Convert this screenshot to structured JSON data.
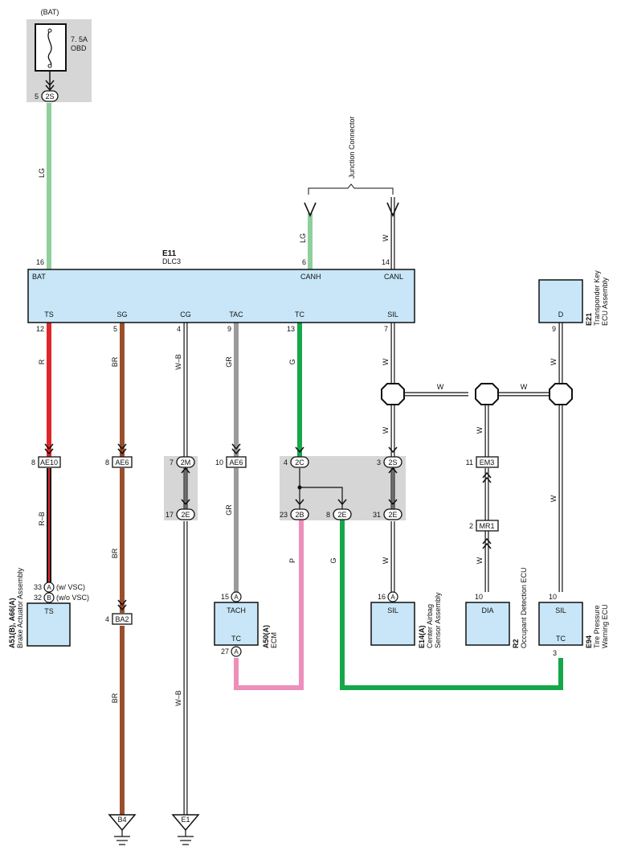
{
  "colors": {
    "LG": "#8fcf9c",
    "R": "#e0262a",
    "BR": "#9a4e2b",
    "GR": "#9a9a9a",
    "G": "#15a74a",
    "P": "#ec8fb9",
    "box_fill": "#c8e6f7",
    "splice_fill": "#d6d6d6"
  },
  "battery": {
    "label": "(BAT)",
    "fuse_amp": "7. 5A",
    "fuse_name": "OBD",
    "pin": "5",
    "connector": "2S"
  },
  "junction_label": "Junction Connector",
  "dlc3": {
    "id": "E11",
    "name": "DLC3",
    "top_terminals": [
      {
        "pin": "16",
        "name": "BAT"
      },
      {
        "pin": "6",
        "name": "CANH"
      },
      {
        "pin": "14",
        "name": "CANL"
      }
    ],
    "bottom_terminals": [
      {
        "pin": "12",
        "name": "TS"
      },
      {
        "pin": "5",
        "name": "SG"
      },
      {
        "pin": "4",
        "name": "CG"
      },
      {
        "pin": "9",
        "name": "TAC"
      },
      {
        "pin": "13",
        "name": "TC"
      },
      {
        "pin": "7",
        "name": "SIL"
      }
    ]
  },
  "wire_colors": {
    "bat": "LG",
    "canh": "LG",
    "canl": "W",
    "ts_upper": "R",
    "ts_lower": "R–B",
    "sg_upper": "BR",
    "sg_mid": "BR",
    "sg_lower": "BR",
    "cg_upper": "W–B",
    "cg_lower": "W–B",
    "tac_upper": "GR",
    "tac_lower": "GR",
    "tc_upper": "G",
    "tc_p": "P",
    "tc_g": "G",
    "sil_upper": "W",
    "sil_lower1": "W",
    "sil_lower2": "W",
    "bus_left": "W",
    "bus_right": "W",
    "em3": "W",
    "mr1": "W",
    "tpw": "W",
    "transponder": "W"
  },
  "connectors": {
    "ae10": {
      "pin": "8",
      "name": "AE10"
    },
    "ae6_sg": {
      "pin": "8",
      "name": "AE6"
    },
    "c2m": {
      "pin": "7",
      "name": "2M"
    },
    "c2e_cg": {
      "pin": "17",
      "name": "2E"
    },
    "ae6_tac": {
      "pin": "10",
      "name": "AE6"
    },
    "c2c": {
      "pin": "4",
      "name": "2C"
    },
    "c2b": {
      "pin": "23",
      "name": "2B"
    },
    "c2e_g": {
      "pin": "8",
      "name": "2E"
    },
    "c2s": {
      "pin": "3",
      "name": "2S"
    },
    "c2e_sil": {
      "pin": "31",
      "name": "2E"
    },
    "em3": {
      "pin": "11",
      "name": "EM3"
    },
    "mr1": {
      "pin": "2",
      "name": "MR1"
    },
    "ba2": {
      "pin": "4",
      "name": "BA2"
    }
  },
  "brake_actuator": {
    "id": "A51(B), A66(A)",
    "name": "Brake Actuator Assembly",
    "terminal": "TS",
    "pins": [
      {
        "pin": "33",
        "letter": "A",
        "note": "(w/ VSC)"
      },
      {
        "pin": "32",
        "letter": "B",
        "note": "(w/o VSC)"
      }
    ]
  },
  "ecm": {
    "id": "A50(A)",
    "name": "ECM",
    "tach_pin": "15",
    "tach_letter": "A",
    "tach": "TACH",
    "tc": "TC",
    "tc_pin": "27",
    "tc_letter": "A"
  },
  "airbag": {
    "id": "E14(A)",
    "name1": "Center Airbag",
    "name2": "Sensor Assembly",
    "pin": "16",
    "letter": "A",
    "terminal": "SIL"
  },
  "occupant": {
    "id": "R2",
    "name": "Occupant Detection ECU",
    "pin": "10",
    "terminal": "DIA"
  },
  "tire": {
    "id": "E94",
    "name1": "Tire Pressure",
    "name2": "Warning ECU",
    "sil_pin": "10",
    "sil": "SIL",
    "tc": "TC",
    "tc_pin": "3"
  },
  "transponder": {
    "id": "E21",
    "name1": "Transponder Key",
    "name2": "ECU Assembly",
    "terminal": "D",
    "pin": "9"
  },
  "grounds": {
    "b4": "B4",
    "e1": "E1"
  }
}
